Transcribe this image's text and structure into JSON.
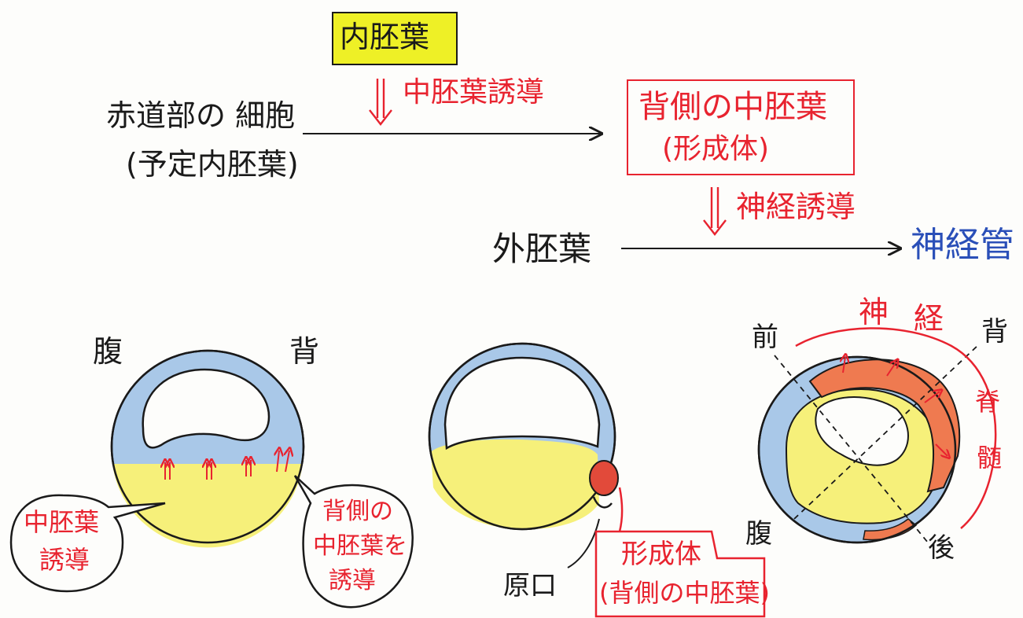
{
  "colors": {
    "ink": "#1a1a1a",
    "red": "#e8232f",
    "blue": "#2a4fb8",
    "highlight": "#eef026",
    "ectoderm_blue": "#a9c8e8",
    "endoderm_yellow": "#f6f07a",
    "organizer_red": "#e24a3a",
    "neural_orange": "#ef7a50"
  },
  "flow": {
    "endoderm_box": "内胚葉",
    "mesoderm_induction": "中胚葉誘導",
    "equator_cells": "赤道部の 細胞",
    "prospective_endoderm": "(予定内胚葉)",
    "dorsal_mesoderm": "背側の中胚葉",
    "organizer": "(形成体)",
    "neural_induction": "神経誘導",
    "ectoderm": "外胚葉",
    "neural_tube": "神経管"
  },
  "embryo1": {
    "ventral": "腹",
    "dorsal": "背",
    "bubble_left": [
      "中胚葉",
      "誘導"
    ],
    "bubble_right": [
      "背側の",
      "中胚葉を",
      "誘導"
    ]
  },
  "embryo2": {
    "blastopore": "原口",
    "organizer": "形成体",
    "organizer_note": "(背側の中胚葉)"
  },
  "embryo3": {
    "anterior": "前",
    "dorsal": "背",
    "ventral": "腹",
    "posterior": "後",
    "neural_top": [
      "神",
      "経"
    ],
    "neural_side": [
      "脊",
      "髄"
    ]
  }
}
